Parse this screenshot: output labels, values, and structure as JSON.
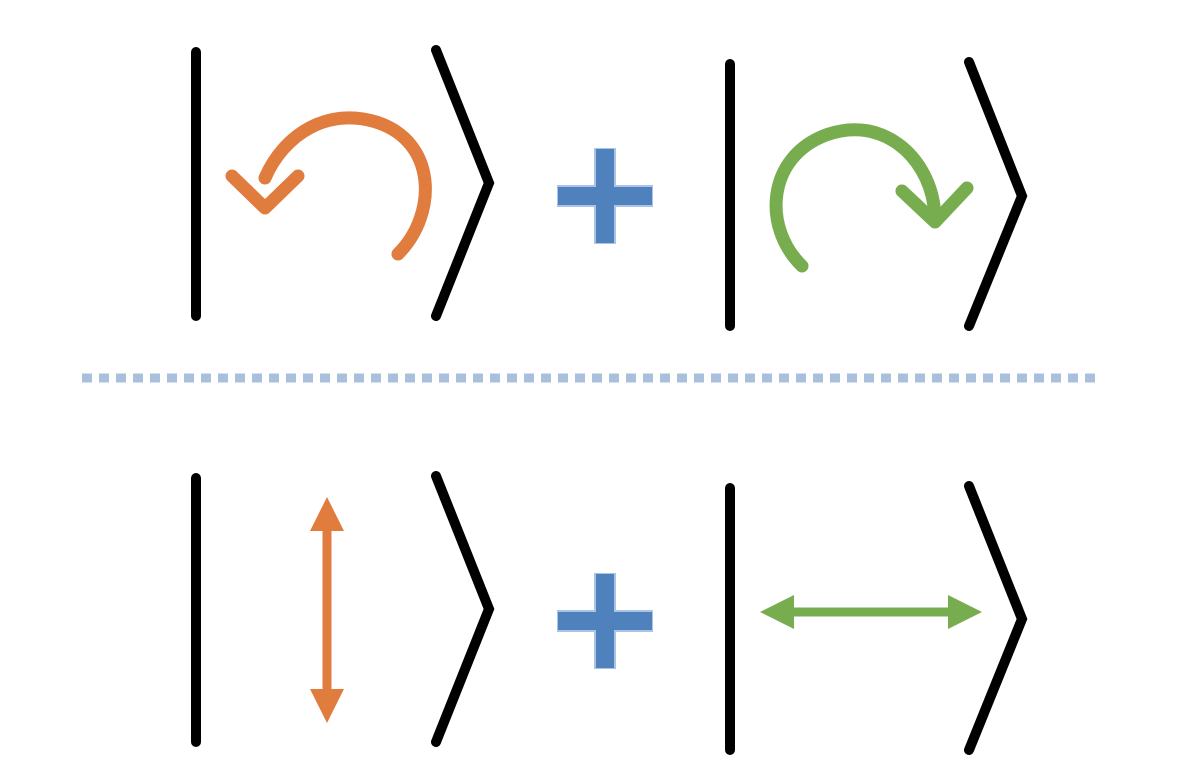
{
  "colors": {
    "ket": "#000000",
    "plus": "#4f81bd",
    "plus_edge": "#a9c4e6",
    "orange": "#e07c3e",
    "green": "#77ad4f",
    "divider": "#a9c0dc",
    "background": "#ffffff"
  },
  "top_row": {
    "left_ket": {
      "content_icon": "counterclockwise-arrow-icon",
      "color_key": "orange"
    },
    "operator_icon": "plus-icon",
    "right_ket": {
      "content_icon": "clockwise-arrow-icon",
      "color_key": "green"
    }
  },
  "divider": {
    "style": "dotted"
  },
  "bottom_row": {
    "left_ket": {
      "content_icon": "vertical-double-arrow-icon",
      "color_key": "orange"
    },
    "operator_icon": "plus-icon",
    "right_ket": {
      "content_icon": "horizontal-double-arrow-icon",
      "color_key": "green"
    }
  }
}
